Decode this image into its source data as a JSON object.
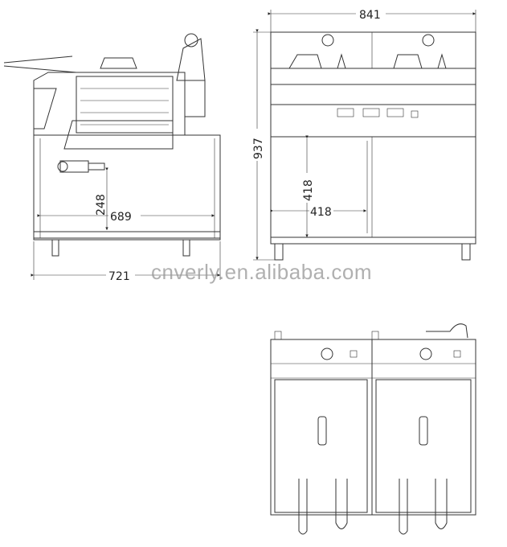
{
  "dimensions": {
    "front_width": "841",
    "front_height": "937",
    "cabinet_height": "418",
    "cabinet_width": "418",
    "side_drain_height": "248",
    "side_inner_depth": "689",
    "side_total_depth": "721"
  },
  "watermark": "cnverly.en.alibaba.com",
  "line_color": "#333333"
}
